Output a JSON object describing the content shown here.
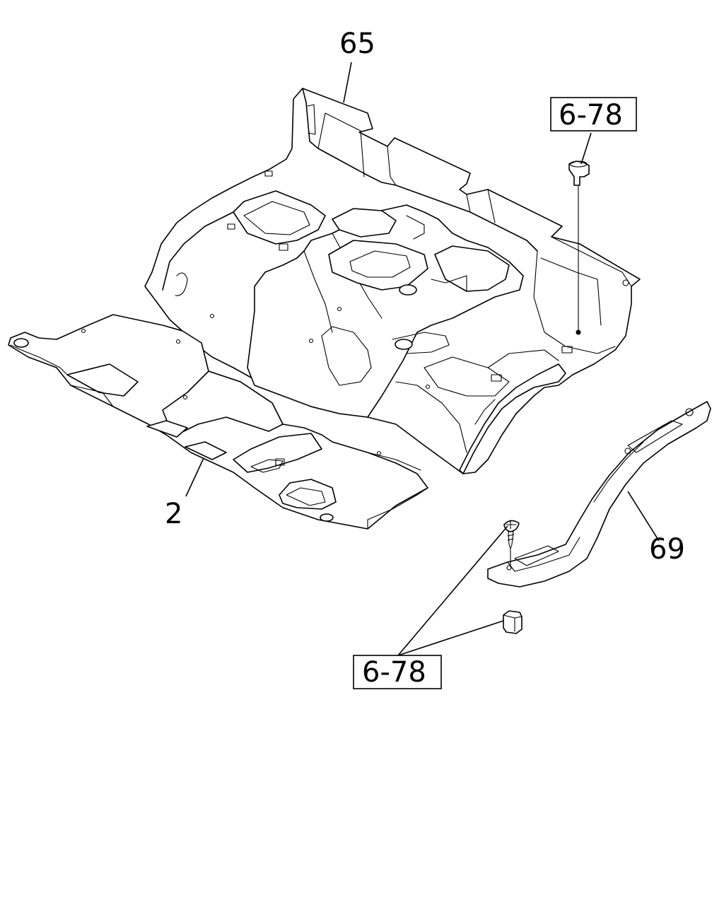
{
  "callouts": {
    "part_65": "65",
    "part_2": "2",
    "part_69": "69",
    "ref_top": "6-78",
    "ref_bottom": "6-78"
  }
}
